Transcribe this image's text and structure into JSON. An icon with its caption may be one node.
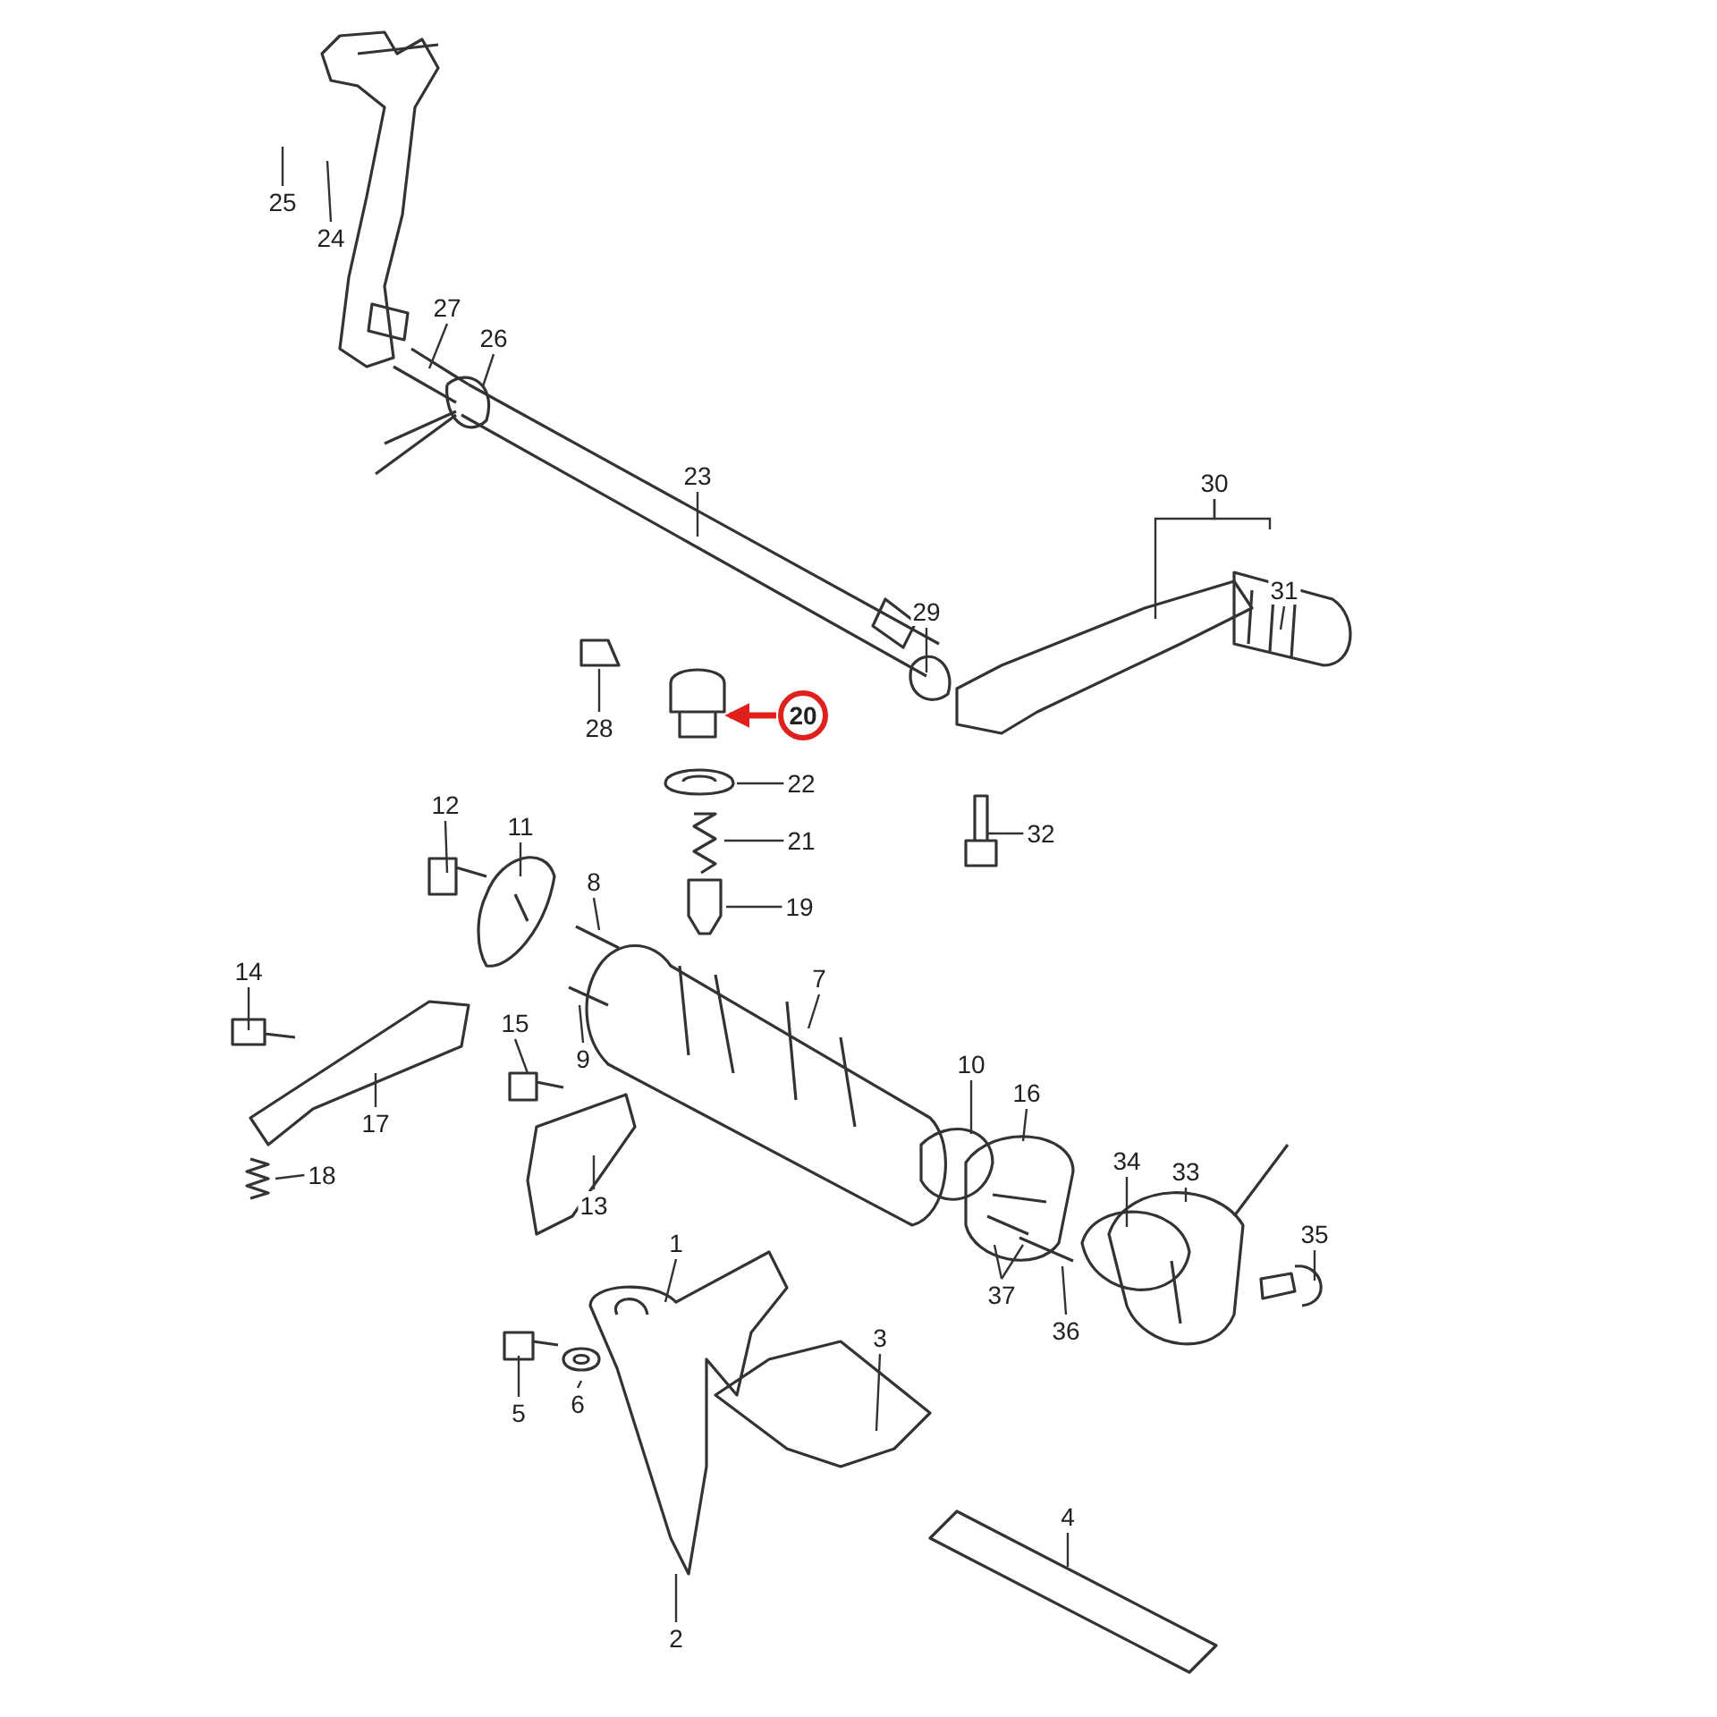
{
  "diagram": {
    "nodes": [
      {
        "text": [
          "1"
        ]
      },
      {
        "text": [
          "2"
        ]
      },
      {
        "text": [
          "3"
        ]
      },
      {
        "text": [
          "4"
        ]
      },
      {
        "text": [
          "5"
        ]
      },
      {
        "text": [
          "6"
        ]
      },
      {
        "text": [
          "7"
        ]
      },
      {
        "text": [
          "8"
        ]
      },
      {
        "text": [
          "9"
        ]
      },
      {
        "text": [
          "10"
        ]
      },
      {
        "text": [
          "11"
        ]
      },
      {
        "text": [
          "12"
        ]
      },
      {
        "text": [
          "13"
        ]
      },
      {
        "text": [
          "14"
        ]
      },
      {
        "text": [
          "15"
        ]
      },
      {
        "text": [
          "16"
        ]
      },
      {
        "text": [
          "17"
        ]
      },
      {
        "text": [
          "18"
        ]
      },
      {
        "text": [
          "19"
        ]
      },
      {
        "text": [
          "20"
        ]
      },
      {
        "text": [
          "21"
        ]
      },
      {
        "text": [
          "22"
        ]
      },
      {
        "text": [
          "23"
        ]
      },
      {
        "text": [
          "24"
        ]
      },
      {
        "text": [
          "25"
        ]
      },
      {
        "text": [
          "26"
        ]
      },
      {
        "text": [
          "27"
        ]
      },
      {
        "text": [
          "28"
        ]
      },
      {
        "text": [
          "29"
        ]
      },
      {
        "text": [
          "30"
        ]
      },
      {
        "text": [
          "31"
        ]
      },
      {
        "text": [
          "32"
        ]
      },
      {
        "text": [
          "33"
        ]
      },
      {
        "text": [
          "34"
        ]
      },
      {
        "text": [
          "35"
        ]
      },
      {
        "text": [
          "36"
        ]
      },
      {
        "text": [
          "37"
        ]
      }
    ],
    "edges": [
      {
        "from": 0,
        "to": null,
        "arrow": "none"
      },
      {
        "from": 1,
        "to": null,
        "arrow": "none"
      },
      {
        "from": 2,
        "to": null,
        "arrow": "none"
      },
      {
        "from": 3,
        "to": null,
        "arrow": "none"
      },
      {
        "from": 4,
        "to": null,
        "arrow": "none"
      },
      {
        "from": 5,
        "to": null,
        "arrow": "none"
      },
      {
        "from": 6,
        "to": null,
        "arrow": "none"
      },
      {
        "from": 7,
        "to": null,
        "arrow": "none"
      },
      {
        "from": 8,
        "to": null,
        "arrow": "none"
      },
      {
        "from": 9,
        "to": null,
        "arrow": "none"
      },
      {
        "from": 10,
        "to": null,
        "arrow": "none"
      },
      {
        "from": 11,
        "to": null,
        "arrow": "none"
      },
      {
        "from": 12,
        "to": null,
        "arrow": "none"
      },
      {
        "from": 13,
        "to": null,
        "arrow": "none"
      },
      {
        "from": 14,
        "to": null,
        "arrow": "none"
      },
      {
        "from": 15,
        "to": null,
        "arrow": "none"
      },
      {
        "from": 16,
        "to": null,
        "arrow": "none"
      },
      {
        "from": 17,
        "to": null,
        "arrow": "none"
      },
      {
        "from": 18,
        "to": null,
        "arrow": "none"
      },
      {
        "from": 19,
        "to": null,
        "arrow": "to",
        "style": "thick",
        "color": "#e0201c"
      },
      {
        "from": 20,
        "to": null,
        "arrow": "none"
      },
      {
        "from": 21,
        "to": null,
        "arrow": "none"
      },
      {
        "from": 22,
        "to": null,
        "arrow": "none"
      },
      {
        "from": 23,
        "to": null,
        "arrow": "none"
      },
      {
        "from": 24,
        "to": null,
        "arrow": "none"
      },
      {
        "from": 25,
        "to": null,
        "arrow": "none"
      },
      {
        "from": 26,
        "to": null,
        "arrow": "none"
      },
      {
        "from": 27,
        "to": null,
        "arrow": "none"
      },
      {
        "from": 28,
        "to": null,
        "arrow": "none"
      },
      {
        "from": 29,
        "to": null,
        "arrow": "none"
      },
      {
        "from": 29,
        "to": null,
        "arrow": "none"
      },
      {
        "from": 30,
        "to": null,
        "arrow": "none"
      },
      {
        "from": 31,
        "to": null,
        "arrow": "none"
      },
      {
        "from": 32,
        "to": null,
        "arrow": "none"
      },
      {
        "from": 33,
        "to": null,
        "arrow": "none"
      },
      {
        "from": 34,
        "to": null,
        "arrow": "none"
      },
      {
        "from": 35,
        "to": null,
        "arrow": "none"
      },
      {
        "from": 36,
        "to": null,
        "arrow": "none"
      },
      {
        "from": 36,
        "to": null,
        "arrow": "none"
      }
    ]
  }
}
